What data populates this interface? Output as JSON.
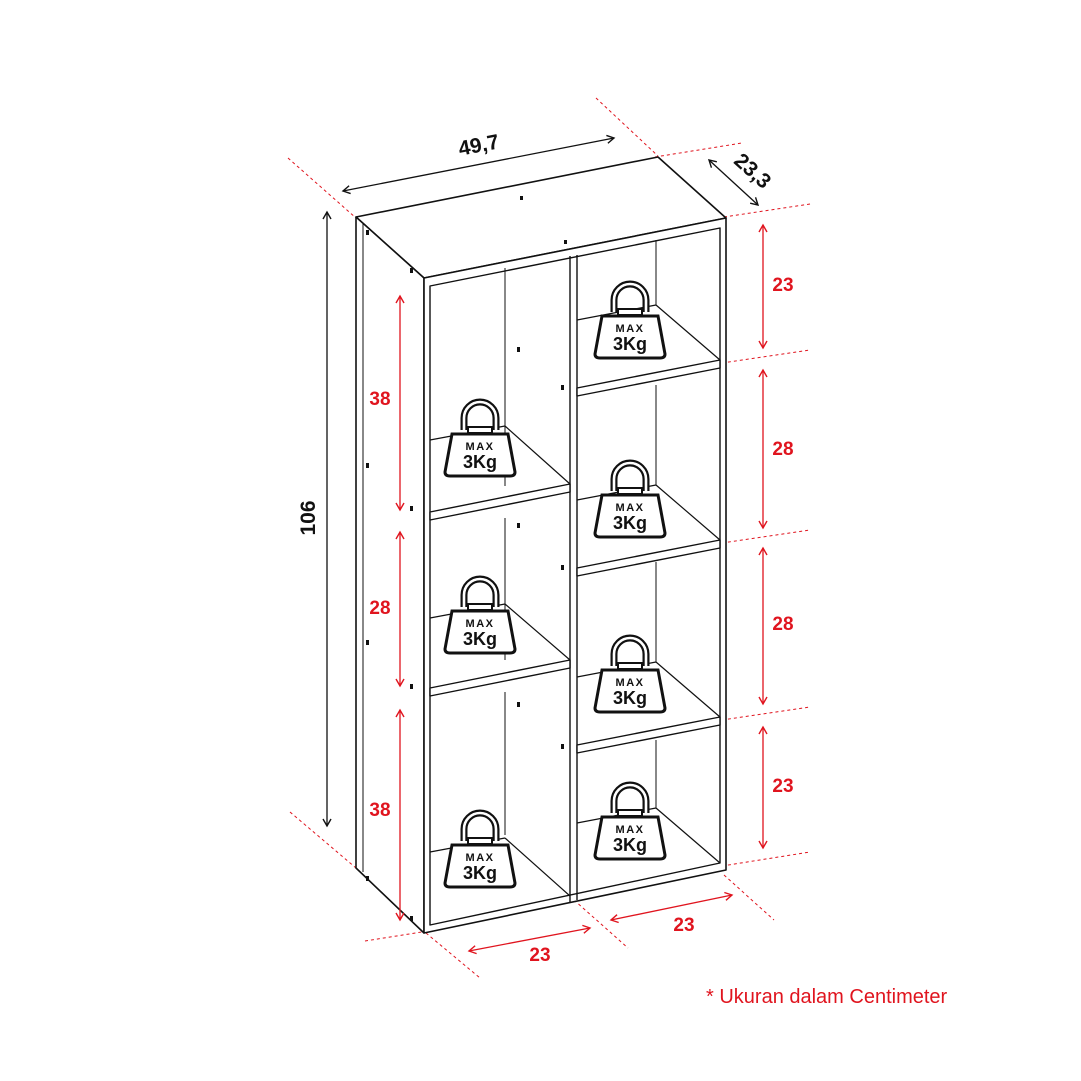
{
  "dimensions": {
    "width": "49,7",
    "depth": "23,3",
    "height": "106"
  },
  "left_column_heights": [
    "38",
    "28",
    "38"
  ],
  "right_column_heights": [
    "23",
    "28",
    "28",
    "23"
  ],
  "bottom_widths": [
    "23",
    "23"
  ],
  "weight_badge": {
    "max_label": "MAX",
    "weight": "3Kg",
    "count": 7
  },
  "footnote": "* Ukuran dalam Centimeter",
  "colors": {
    "dimension_red": "#e0141e",
    "outline": "#111111"
  }
}
